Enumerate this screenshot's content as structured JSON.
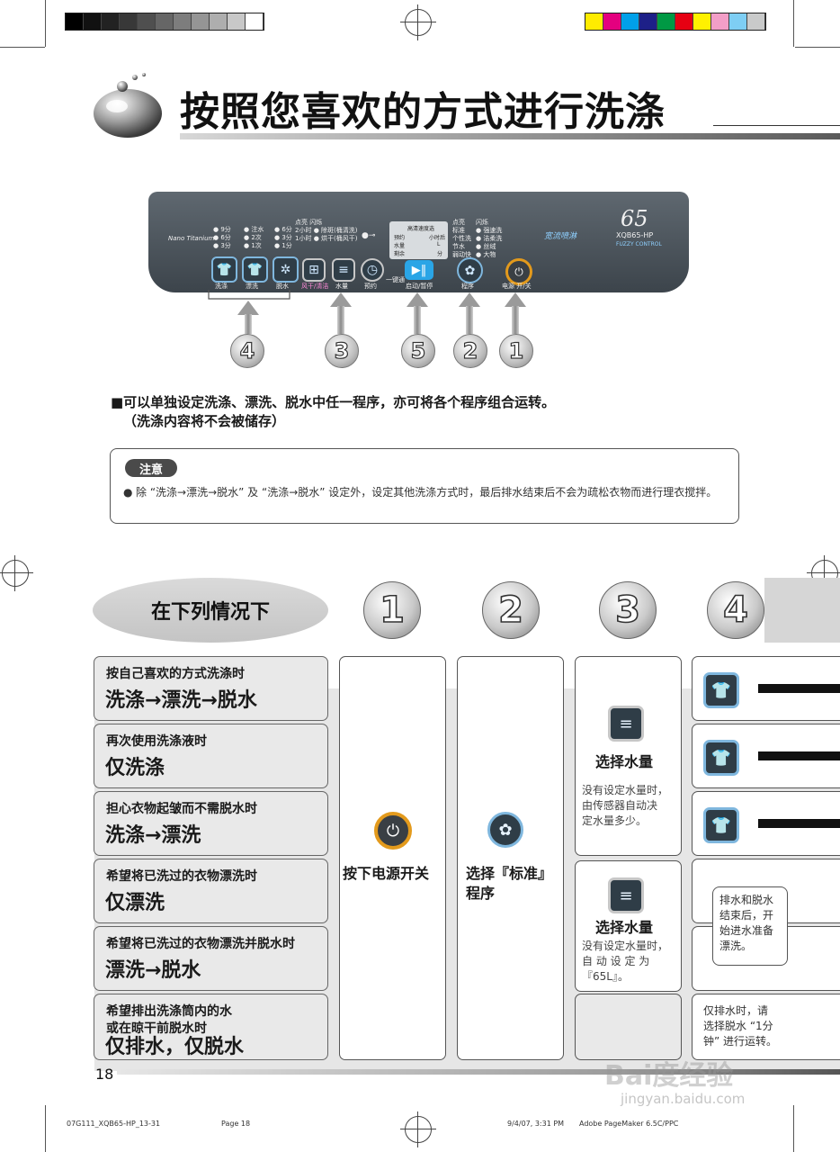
{
  "header": {
    "title": "按照您喜欢的方式进行洗涤"
  },
  "panel": {
    "logo_text": "Nano Titanium",
    "model_big": "65",
    "model": "XQB65-HP",
    "fuzzy": "FUZZY CONTROL",
    "brand_text": "宽流喷淋",
    "wash_times": [
      "9分",
      "6分",
      "3分"
    ],
    "rinse_times": [
      "注水",
      "2次",
      "1次"
    ],
    "spin_times": [
      "6分",
      "3分",
      "1分"
    ],
    "tag_top_left": "点亮",
    "tag_top_right": "闪烁",
    "reserve_opts": [
      "2小时",
      "1小时"
    ],
    "reserve_labels": [
      "除斑(桶清洗)",
      "烘干(桶风干)"
    ],
    "lcd_title": "高清速度选",
    "lcd_rows": [
      "预约",
      "水量",
      "剩余",
      "小时后",
      "L",
      "分"
    ],
    "program_left": [
      "标准",
      "个性洗",
      "节水",
      "弱动快"
    ],
    "program_right": [
      "强速洗",
      "洁柔洗",
      "丝绒",
      "大物"
    ],
    "labels": {
      "wash": "洗涤",
      "rinse": "漂洗",
      "spin": "脱水",
      "drycare": "风干/清洁",
      "water": "水量",
      "reserve": "预约",
      "onekey": "一键通",
      "start": "启动/暂停",
      "program": "程序",
      "power": "电源 开/关"
    },
    "lock_icon": "lock-key-icon"
  },
  "callouts": [
    "4",
    "3",
    "5",
    "2",
    "1"
  ],
  "intro": {
    "line1": "■可以单独设定洗涤、漂洗、脱水中任一程序，亦可将各个程序组合运转。",
    "line2": "（洗涤内容将不会被储存）"
  },
  "note": {
    "badge": "注意",
    "text": "除 “洗涤→漂洗→脱水” 及 “洗涤→脱水” 设定外，设定其他洗涤方式时，最后排水结束后不会为疏松衣物而进行理衣搅拌。"
  },
  "table": {
    "condition_header": "在下列情况下",
    "steps": [
      "1",
      "2",
      "3",
      "4"
    ],
    "rows": [
      {
        "sub": "按自己喜欢的方式洗涤时",
        "main": "洗涤→漂洗→脱水"
      },
      {
        "sub": "再次使用洗涤液时",
        "main": "仅洗涤"
      },
      {
        "sub": "担心衣物起皱而不需脱水时",
        "main": "洗涤→漂洗"
      },
      {
        "sub": "希望将已洗过的衣物漂洗时",
        "main": "仅漂洗"
      },
      {
        "sub": "希望将已洗过的衣物漂洗并脱水时",
        "main": "漂洗→脱水"
      },
      {
        "sub": "希望排出洗涤筒内的水\n或在晾干前脱水时",
        "main": "仅排水，仅脱水"
      }
    ],
    "col1": {
      "label": "按下电源开关"
    },
    "col2": {
      "label": "选择『标准』\n程序"
    },
    "col3a": {
      "title": "选择水量",
      "text": "没有设定水量时，\n由传感器自动决\n定水量多少。"
    },
    "col3b": {
      "title": "选择水量",
      "text": "没有设定水量时，\n自 动 设 定 为\n『65L』。"
    },
    "col4_note1": "排水和脱水\n结束后，开\n始进水准备\n漂洗。",
    "col4_note2": "仅排水时，请\n选择脱水 “1分\n钟” 进行运转。"
  },
  "page_number": "18",
  "footer": {
    "file": "07G111_XQB65-HP_13-31",
    "page": "Page 18",
    "date": "9/4/07, 3:31 PM",
    "app": "Adobe PageMaker 6.5C/PPC"
  },
  "watermark": {
    "main": "Bai度经验",
    "sub": "jingyan.baidu.com"
  },
  "colors": {
    "accent_blue": "#7fb7de",
    "power_orange": "#e39a1c",
    "start_blue": "#2aa5e6",
    "panel_dark": "#3c444b"
  }
}
